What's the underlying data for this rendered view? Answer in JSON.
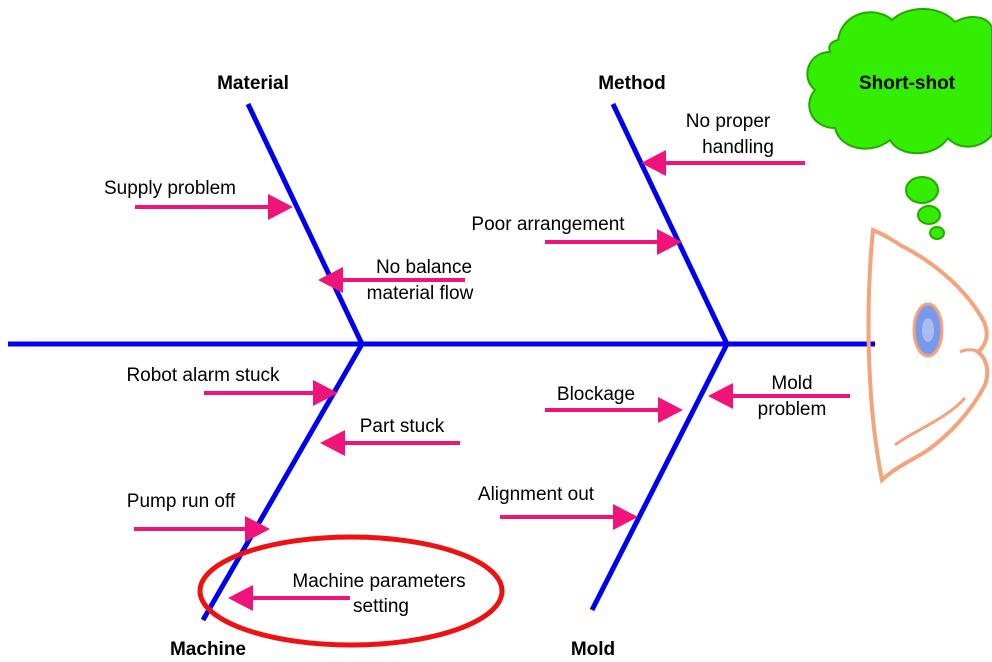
{
  "effect": "Short-shot",
  "categories": {
    "material": "Material",
    "method": "Method",
    "machine": "Machine",
    "mold": "Mold"
  },
  "causes": {
    "material": [
      "Supply problem",
      "No balance",
      "material flow"
    ],
    "method": [
      "No proper",
      "handling",
      "Poor arrangement"
    ],
    "machine": [
      "Robot alarm stuck",
      "Part stuck",
      "Pump run off",
      "Machine parameters",
      "setting"
    ],
    "mold": [
      "Blockage",
      "Mold",
      "problem",
      "Alignment out"
    ]
  },
  "highlighted_cause": "Machine parameters setting",
  "colors": {
    "bone": "#0000ee",
    "arrow": "#f0147a",
    "cloud": "#33ee00",
    "fish_head": "#f5a37a",
    "eye": "#7799ee",
    "highlight": "#ee1111"
  }
}
